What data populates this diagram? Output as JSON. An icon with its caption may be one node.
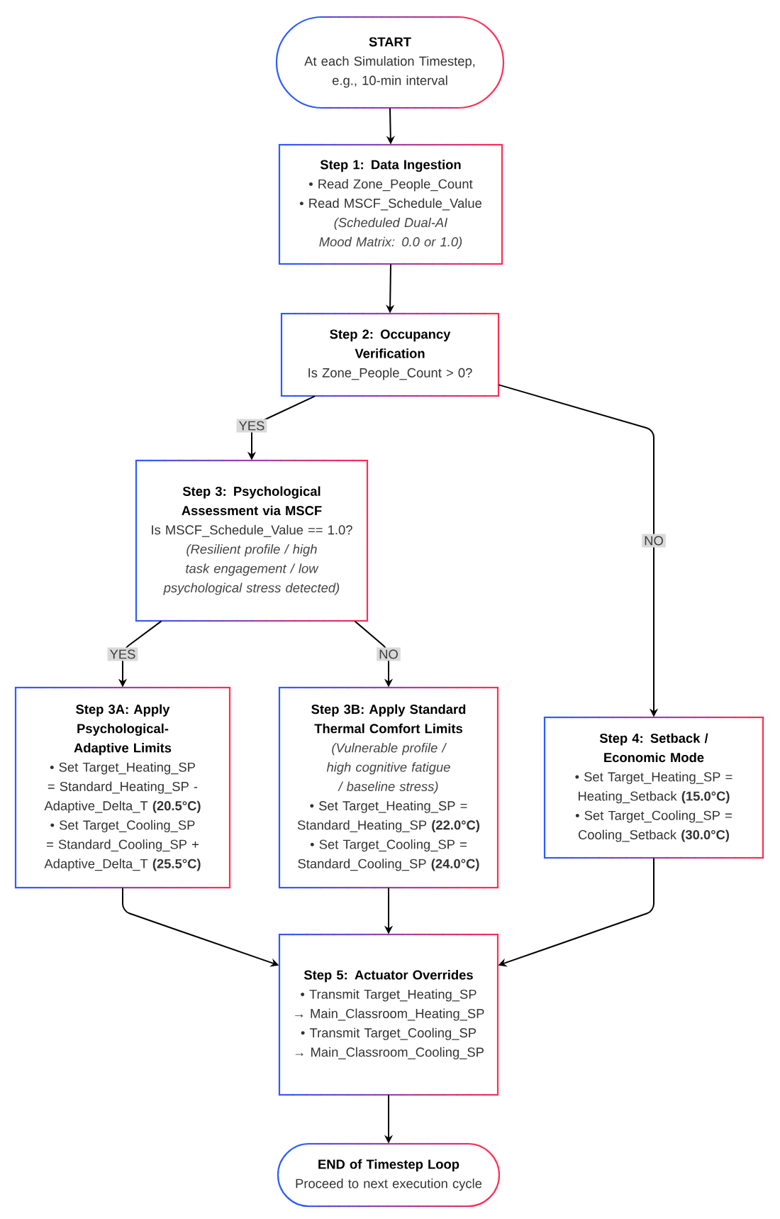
{
  "diagram": {
    "nodes": [
      {
        "text": [
          "START",
          "At each Simulation Timestep, e.g., 10-min interval"
        ]
      },
      {
        "text": [
          "Step 1: Data Ingestion",
          "• Read Zone_People_Count",
          "• Read MSCF_Schedule_Value",
          "(Scheduled Dual-AI Mood Matrix: 0.0 or 1.0)"
        ]
      },
      {
        "text": [
          "Step 2: Occupancy Verification",
          "Is Zone_People_Count > 0?"
        ]
      },
      {
        "text": [
          "Step 3: Psychological Assessment via MSCF",
          "Is MSCF_Schedule_Value == 1.0?",
          "(Resilient profile / high task engagement / low psychological stress detected)"
        ]
      },
      {
        "text": [
          "Step 3A: Apply Psychological-Adaptive Limits",
          "• Set Target_Heating_SP = Standard_Heating_SP - Adaptive_Delta_T **(20.5°C)**",
          "• Set Target_Cooling_SP = Standard_Cooling_SP + Adaptive_Delta_T **(25.5°C)**"
        ]
      },
      {
        "text": [
          "Step 3B: Apply Standard Thermal Comfort Limits",
          "(Vulnerable profile / high cognitive fatigue / baseline stress)",
          "• Set Target_Heating_SP = Standard_Heating_SP **(22.0°C)**",
          "• Set Target_Cooling_SP = Standard_Cooling_SP **(24.0°C)**"
        ]
      },
      {
        "text": [
          "Step 4: Setback / Economic Mode",
          "• Set Target_Heating_SP = Heating_Setback **(15.0°C)**",
          "• Set Target_Cooling_SP = Cooling_Setback **(30.0°C)**"
        ]
      },
      {
        "text": [
          "Step 5: Actuator Overrides",
          "• Transmit Target_Heating_SP → Main_Classroom_Heating_SP",
          "• Transmit Target_Cooling_SP → Main_Classroom_Cooling_SP"
        ]
      },
      {
        "text": [
          "END of Timestep Loop",
          "Proceed to next execution cycle"
        ]
      }
    ],
    "edges": [
      {
        "from": 0,
        "to": 1,
        "arrow": "to"
      },
      {
        "from": 1,
        "to": 2,
        "arrow": "to"
      },
      {
        "from": 2,
        "to": 3,
        "arrow": "to",
        "label": "YES"
      },
      {
        "from": 2,
        "to": 6,
        "arrow": "to",
        "label": "NO"
      },
      {
        "from": 3,
        "to": 4,
        "arrow": "to",
        "label": "YES"
      },
      {
        "from": 3,
        "to": 5,
        "arrow": "to",
        "label": "NO"
      },
      {
        "from": 4,
        "to": 7,
        "arrow": "to"
      },
      {
        "from": 5,
        "to": 7,
        "arrow": "to"
      },
      {
        "from": 6,
        "to": 7,
        "arrow": "to"
      },
      {
        "from": 7,
        "to": 8,
        "arrow": "to"
      }
    ]
  }
}
